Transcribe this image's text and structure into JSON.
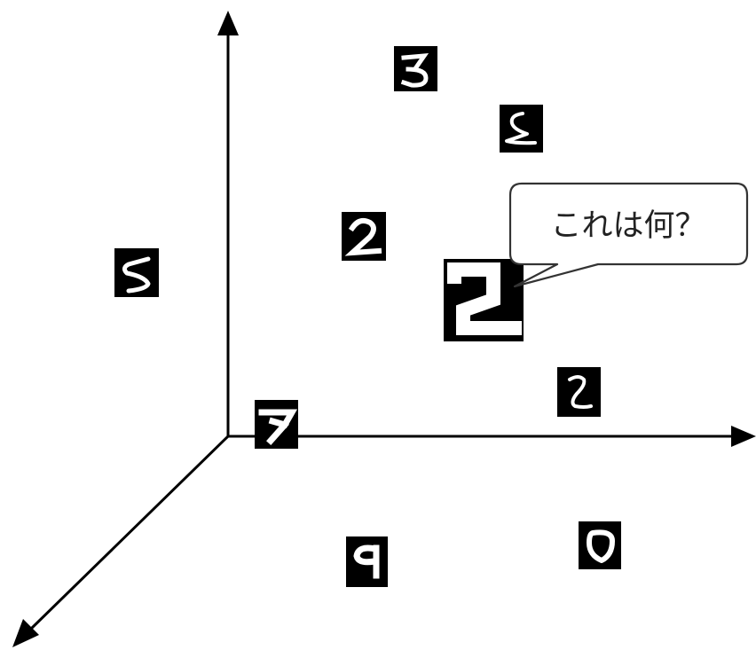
{
  "diagram": {
    "description_visible": false,
    "axes": [
      "x-axis",
      "y-axis",
      "z-axis"
    ],
    "digits": [
      {
        "id": "digit-3",
        "label": "3"
      },
      {
        "id": "digit-3-rotated",
        "label": "3"
      },
      {
        "id": "digit-2-small",
        "label": "2"
      },
      {
        "id": "digit-2-query",
        "label": "2"
      },
      {
        "id": "digit-5",
        "label": "5"
      },
      {
        "id": "digit-2-thin",
        "label": "2"
      },
      {
        "id": "digit-7",
        "label": "7"
      },
      {
        "id": "digit-9",
        "label": "9"
      },
      {
        "id": "digit-0",
        "label": "0"
      }
    ],
    "callout": {
      "text": "これは何？"
    }
  },
  "colors": {
    "axis": "#000000",
    "tile_bg": "#000000",
    "digit_stroke": "#ffffff",
    "callout_border": "#333333",
    "callout_fill": "#ffffff"
  }
}
